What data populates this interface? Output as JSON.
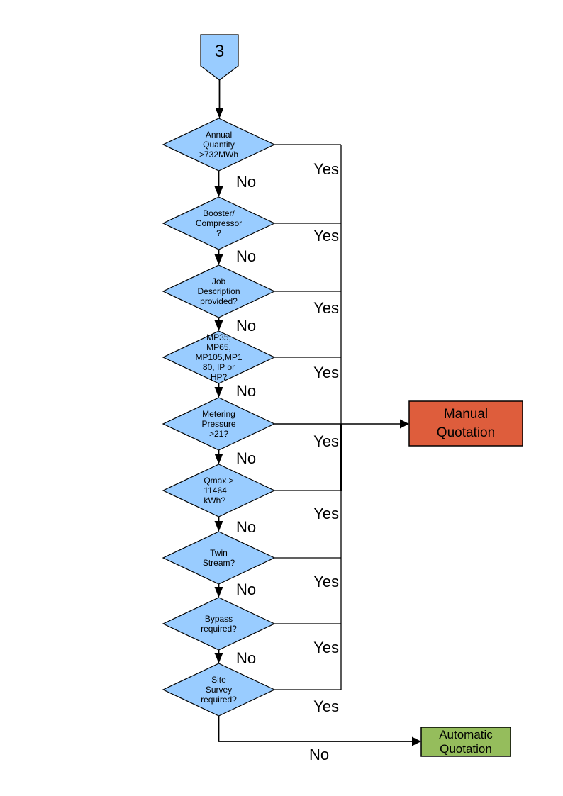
{
  "connector": {
    "label": "3"
  },
  "decisions": [
    {
      "id": "annual-quantity",
      "label": "Annual\nQuantity\n>732MWh",
      "yes_label": "Yes",
      "no_label": "No"
    },
    {
      "id": "booster-compressor",
      "label": "Booster/\nCompressor\n?",
      "yes_label": "Yes",
      "no_label": "No"
    },
    {
      "id": "job-description",
      "label": "Job\nDescription\nprovided?",
      "yes_label": "Yes",
      "no_label": "No"
    },
    {
      "id": "pressure-tier",
      "label": "MP35,\nMP65,\nMP105,MP1\n80, IP or\nHP?",
      "yes_label": "Yes",
      "no_label": "No"
    },
    {
      "id": "metering-pressure",
      "label": "Metering\nPressure\n>21?",
      "yes_label": "Yes",
      "no_label": "No"
    },
    {
      "id": "qmax",
      "label": "Qmax >\n11464\nkWh?",
      "yes_label": "Yes",
      "no_label": "No"
    },
    {
      "id": "twin-stream",
      "label": "Twin\nStream?",
      "yes_label": "Yes",
      "no_label": "No"
    },
    {
      "id": "bypass",
      "label": "Bypass\nrequired?",
      "yes_label": "Yes",
      "no_label": "No"
    },
    {
      "id": "site-survey",
      "label": "Site\nSurvey\nrequired?",
      "yes_label": "Yes",
      "no_label": "No"
    }
  ],
  "outcomes": {
    "manual": {
      "label": "Manual\nQuotation"
    },
    "automatic": {
      "label": "Automatic\nQuotation"
    }
  },
  "colors": {
    "decision_fill": "#99ccff",
    "manual_fill": "#de5d3c",
    "automatic_fill": "#95bd5c",
    "line": "#000000"
  }
}
